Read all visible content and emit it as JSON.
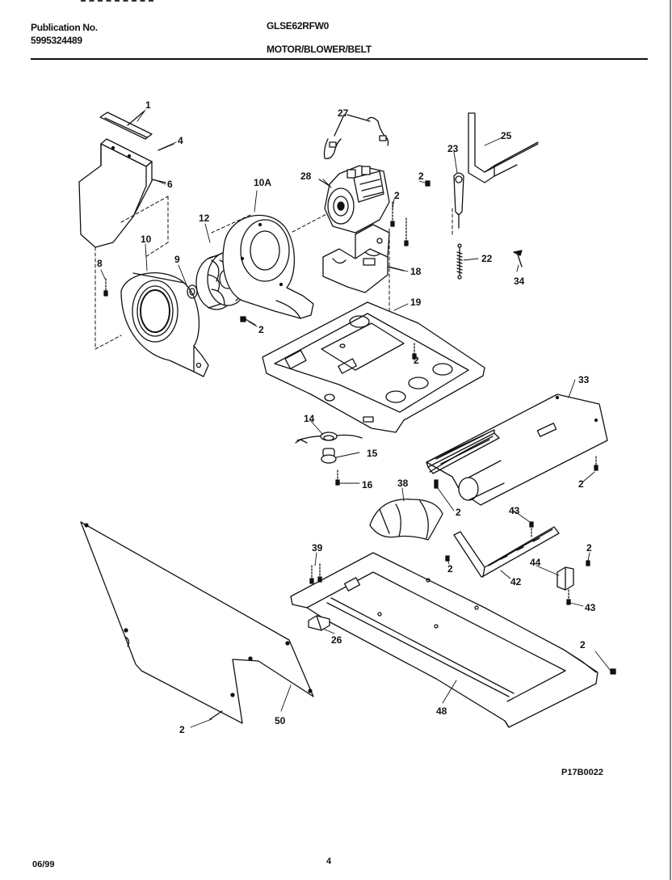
{
  "header": {
    "publication_label": "Publication No.",
    "publication_number": "5995324489",
    "model": "GLSE62RFW0",
    "section_title": "MOTOR/BLOWER/BELT"
  },
  "footer": {
    "diagram_code": "P17B0022",
    "date": "06/99",
    "page_number": "4"
  },
  "callouts": [
    {
      "id": "c1",
      "label": "1"
    },
    {
      "id": "c4",
      "label": "4"
    },
    {
      "id": "c6",
      "label": "6"
    },
    {
      "id": "c10a",
      "label": "10A"
    },
    {
      "id": "c12",
      "label": "12"
    },
    {
      "id": "c10",
      "label": "10"
    },
    {
      "id": "c8",
      "label": "8"
    },
    {
      "id": "c9",
      "label": "9"
    },
    {
      "id": "c2a",
      "label": "2"
    },
    {
      "id": "c27",
      "label": "27"
    },
    {
      "id": "c28",
      "label": "28"
    },
    {
      "id": "c2b",
      "label": "2"
    },
    {
      "id": "c2c",
      "label": "2"
    },
    {
      "id": "c23",
      "label": "23"
    },
    {
      "id": "c25",
      "label": "25"
    },
    {
      "id": "c22",
      "label": "22"
    },
    {
      "id": "c34",
      "label": "34"
    },
    {
      "id": "c18",
      "label": "18"
    },
    {
      "id": "c19",
      "label": "19"
    },
    {
      "id": "c2d",
      "label": "2"
    },
    {
      "id": "c14",
      "label": "14"
    },
    {
      "id": "c15",
      "label": "15"
    },
    {
      "id": "c16",
      "label": "16"
    },
    {
      "id": "c33",
      "label": "33"
    },
    {
      "id": "c2e",
      "label": "2"
    },
    {
      "id": "c38",
      "label": "38"
    },
    {
      "id": "c2f",
      "label": "2"
    },
    {
      "id": "c43a",
      "label": "43"
    },
    {
      "id": "c39",
      "label": "39"
    },
    {
      "id": "c2g",
      "label": "2"
    },
    {
      "id": "c42",
      "label": "42"
    },
    {
      "id": "c2h",
      "label": "2"
    },
    {
      "id": "c44",
      "label": "44"
    },
    {
      "id": "c43b",
      "label": "43"
    },
    {
      "id": "c26",
      "label": "26"
    },
    {
      "id": "c2i",
      "label": "2"
    },
    {
      "id": "c48",
      "label": "48"
    },
    {
      "id": "c2j",
      "label": "2"
    },
    {
      "id": "c50",
      "label": "50"
    }
  ]
}
